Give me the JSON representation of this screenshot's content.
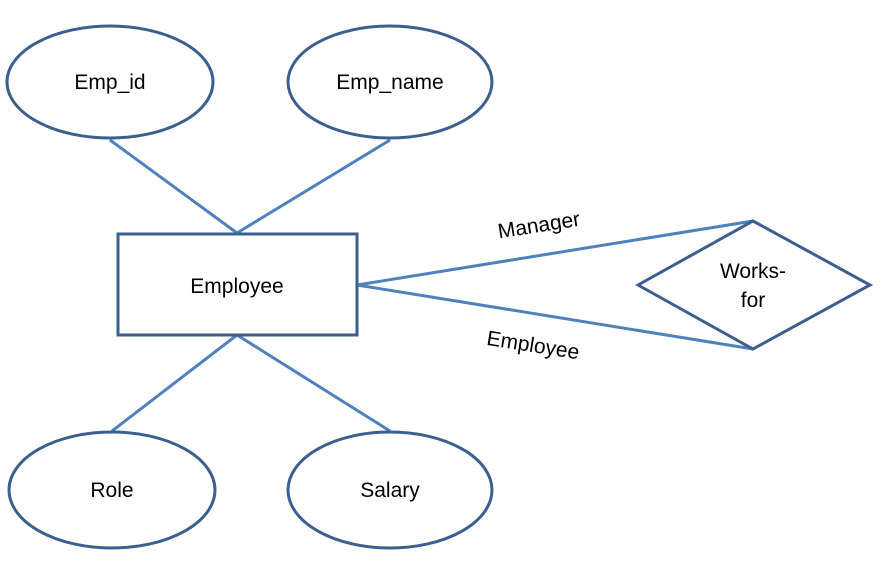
{
  "colors": {
    "shape_outline": "#3b5f8e",
    "connector": "#4f81bd",
    "text": "#000000"
  },
  "entity": {
    "label": "Employee"
  },
  "attributes": [
    {
      "label": "Emp_id"
    },
    {
      "label": "Emp_name"
    },
    {
      "label": "Role"
    },
    {
      "label": "Salary"
    }
  ],
  "relationship": {
    "line1": "Works-",
    "line2": "for"
  },
  "roles": {
    "manager": "Manager",
    "employee": "Employee"
  }
}
